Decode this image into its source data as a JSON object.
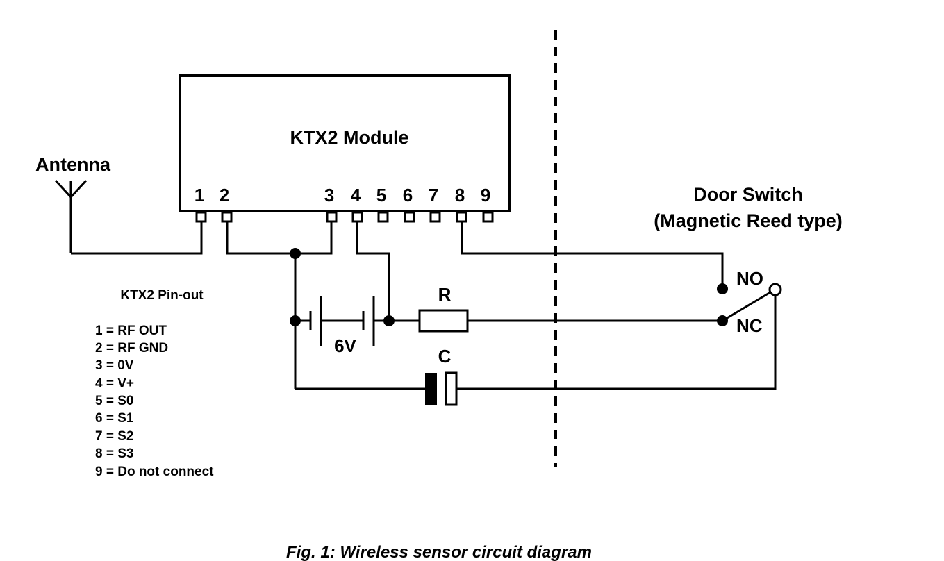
{
  "module": {
    "title": "KTX2 Module",
    "pins": [
      "1",
      "2",
      "3",
      "4",
      "5",
      "6",
      "7",
      "8",
      "9"
    ]
  },
  "antenna": {
    "label": "Antenna"
  },
  "door_switch": {
    "title": "Door Switch",
    "subtitle": "(Magnetic Reed type)",
    "no_label": "NO",
    "nc_label": "NC"
  },
  "components": {
    "battery": "6V",
    "resistor": "R",
    "capacitor": "C"
  },
  "pinout": {
    "title": "KTX2 Pin-out",
    "items": [
      "1 = RF OUT",
      "2 = RF GND",
      "3 = 0V",
      "4 = V+",
      "5 = S0",
      "6 = S1",
      "7 = S2",
      "8 = S3",
      "9 = Do not connect"
    ]
  },
  "caption": "Fig. 1: Wireless sensor circuit diagram"
}
